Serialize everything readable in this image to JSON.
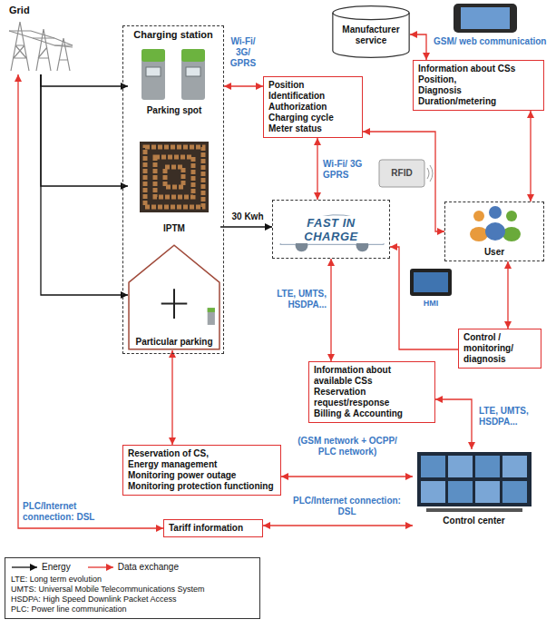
{
  "diagram": {
    "nodes": [
      {
        "text": [
          "Grid"
        ]
      },
      {
        "text": [
          "Charging station"
        ]
      },
      {
        "text": [
          "Parking spot"
        ],
        "in": 1
      },
      {
        "text": [
          "IPTM"
        ],
        "in": 1
      },
      {
        "text": [
          "Particular parking"
        ],
        "in": 1
      },
      {
        "text": [
          "Position",
          "Identification",
          "Authorization",
          "Charging cycle",
          "Meter status"
        ]
      },
      {
        "text": [
          "Manufacturer service"
        ]
      },
      {
        "text": [
          "Information about CSs",
          "Position,",
          "Diagnosis",
          "Duration/metering"
        ]
      },
      {
        "text": [
          "FAST IN CHARGE"
        ]
      },
      {
        "text": [
          "User"
        ]
      },
      {
        "text": [
          "Control / monitoring/ diagnosis"
        ]
      },
      {
        "text": [
          "Information about available CSs",
          "Reservation request/response",
          "Billing & Accounting"
        ]
      },
      {
        "text": [
          "Reservation of CS,",
          "Energy management",
          "Monitoring power outage",
          "Monitoring protection functioning"
        ]
      },
      {
        "text": [
          "Tariff information"
        ]
      },
      {
        "text": [
          "Control center"
        ]
      }
    ],
    "edges": [
      {
        "from": 0,
        "to": 2,
        "arrow": "to"
      },
      {
        "from": 0,
        "to": 3,
        "arrow": "to"
      },
      {
        "from": 0,
        "to": 4,
        "arrow": "to"
      },
      {
        "from": 1,
        "to": 5,
        "label": "Wi-Fi/ 3G/ GPRS",
        "arrow": "both"
      },
      {
        "from": 6,
        "to": 7,
        "arrow": "both"
      },
      {
        "from": 5,
        "to": 8,
        "label": "Wi-Fi/ 3G GPRS",
        "arrow": "both"
      },
      {
        "from": 7,
        "to": 9,
        "arrow": "both"
      },
      {
        "from": 9,
        "to": 5,
        "arrow": "both"
      },
      {
        "from": 3,
        "to": 8,
        "label": "30 Kwh",
        "arrow": "to"
      },
      {
        "from": 9,
        "to": 10,
        "arrow": "both"
      },
      {
        "from": 10,
        "to": 8,
        "arrow": "to"
      },
      {
        "from": 8,
        "to": 11,
        "label": "LTE, UMTS, HSDPA...",
        "arrow": "both"
      },
      {
        "from": 11,
        "to": 14,
        "label": "LTE, UMTS, HSDPA...",
        "arrow": "both"
      },
      {
        "from": 4,
        "to": 12,
        "arrow": "both"
      },
      {
        "from": 12,
        "to": 14,
        "label": "(GSM network + OCPP/ PLC network)",
        "arrow": "both"
      },
      {
        "from": 13,
        "to": 0,
        "label": "PLC/Internet connection: DSL",
        "arrow": "both"
      },
      {
        "from": 13,
        "to": 14,
        "label": "PLC/Internet connection: DSL",
        "arrow": "both"
      }
    ],
    "labels": [
      "GSM/ web communication",
      "RFID",
      "HMI",
      "LTE: Long term evolution",
      "UMTS: Universal Mobile Telecommunications System",
      "HSDPA: High Speed Downlink Packet Access",
      "PLC: Power line communication"
    ],
    "legend": [
      {
        "text": "Energy"
      },
      {
        "text": "Data exchange"
      }
    ]
  }
}
